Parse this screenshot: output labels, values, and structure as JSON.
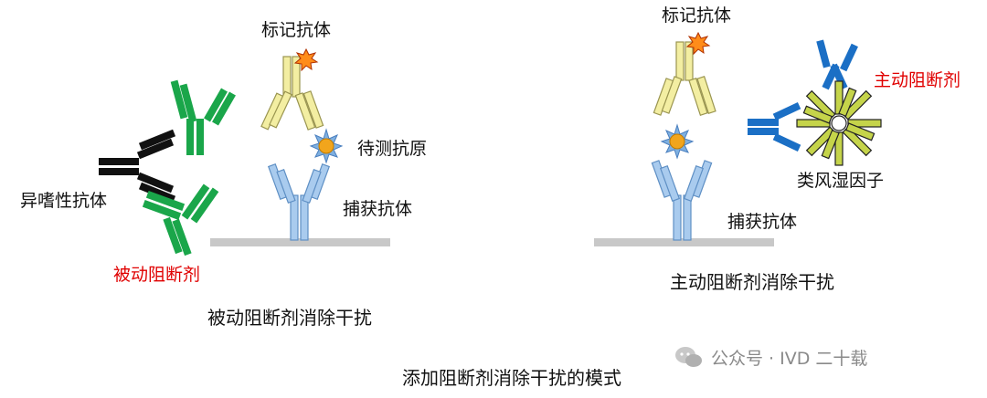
{
  "left_panel": {
    "label_labeled_antibody": "标记抗体",
    "label_antigen": "待测抗原",
    "label_heterophilic_antibody": "异嗜性抗体",
    "label_capture_antibody": "捕获抗体",
    "label_passive_blocker": "被动阻断剂",
    "caption": "被动阻断剂消除干扰"
  },
  "right_panel": {
    "label_labeled_antibody": "标记抗体",
    "label_active_blocker": "主动阻断剂",
    "label_rheumatoid_factor": "类风湿因子",
    "label_capture_antibody": "捕获抗体",
    "caption": "主动阻断剂消除干扰"
  },
  "figure_title": "添加阻断剂消除干扰的模式",
  "watermark": "公众号 · IVD 二十载",
  "colors": {
    "labeled_antibody": "#f3eea2",
    "capture_antibody": "#a9cbee",
    "heterophilic_antibody": "#111111",
    "passive_blocker": "#1aa64a",
    "active_blocker": "#1b6fc5",
    "rheumatoid_factor": "#c5d44a",
    "antigen": "#f2a51c",
    "label_star": "#ff8c1a",
    "red_text": "#e00000"
  }
}
